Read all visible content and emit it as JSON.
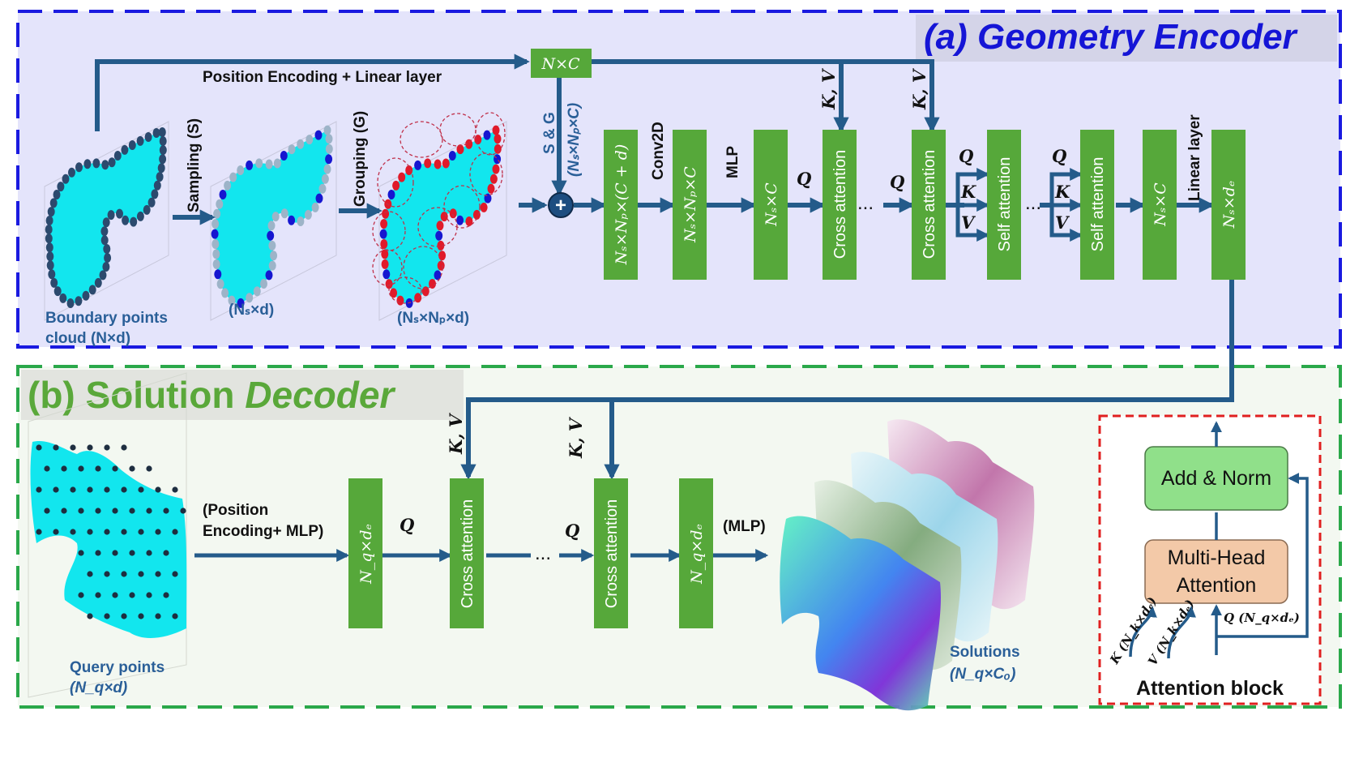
{
  "encoder": {
    "title": "(a) Geometry Encoder",
    "pe_label": "Position Encoding + Linear layer",
    "nc_block": "N×C",
    "sampling_label": "Sampling (S)",
    "grouping_label": "Grouping (G)",
    "sg_label": "S & G",
    "sg_dims": "(Nₛ×Nₚ×C)",
    "boundary_label_1": "Boundary points",
    "boundary_label_2": "cloud (N×d)",
    "sampled_dims": "(Nₛ×d)",
    "grouped_dims": "(Nₛ×Nₚ×d)",
    "plus_symbol": "+",
    "conv2d_label": "Conv2D",
    "mlp_label": "MLP",
    "linear_label": "Linear layer",
    "dots_1": "...",
    "dots_2": "...",
    "blocks": [
      {
        "text": "Nₛ×Nₚ×(C + d)"
      },
      {
        "text": "Nₛ×Nₚ×C"
      },
      {
        "text": "Nₛ×C"
      },
      {
        "text": "Cross attention"
      },
      {
        "text": "Cross attention"
      },
      {
        "text": "Self attention"
      },
      {
        "text": "Self attention"
      },
      {
        "text": "Nₛ×C"
      },
      {
        "text": "Nₛ×dₑ"
      }
    ],
    "kv_1": "K, V",
    "kv_2": "K, V",
    "q_1": "Q",
    "q_2": "Q",
    "qkv_1": [
      "Q",
      "K",
      "V"
    ],
    "qkv_2": [
      "Q",
      "K",
      "V"
    ]
  },
  "decoder": {
    "title_part1": "(b) Solution ",
    "title_part2": "Decoder",
    "pe_mlp_1": "(Position",
    "pe_mlp_2": "Encoding+ MLP)",
    "q_1": "Q",
    "q_2": "Q",
    "kv_1": "K, V",
    "kv_2": "K, V",
    "dots": "...",
    "mlp_label": "(MLP)",
    "query_label_1": "Query points",
    "query_label_2": "(N_q×d)",
    "solutions_label_1": "Solutions",
    "solutions_label_2": "(N_q×Cₒ)",
    "blocks": [
      {
        "text": "N_q×dₑ"
      },
      {
        "text": "Cross attention"
      },
      {
        "text": "Cross attention"
      },
      {
        "text": "N_q×dₑ"
      }
    ]
  },
  "attention_block": {
    "title": "Attention block",
    "add_norm": "Add & Norm",
    "mha_1": "Multi-Head",
    "mha_2": "Attention",
    "k_label": "K (N_k×dₑ)",
    "v_label": "V (N_k×dₑ)",
    "q_label": "Q (N_q×dₑ)"
  },
  "colors": {
    "encoder_bg": "#e4e4fb",
    "encoder_border": "#1a1ae0",
    "decoder_bg": "#f3f8f1",
    "decoder_border": "#2aa84a",
    "block_green": "#56a83a",
    "arrow": "#245b8a",
    "shape_cyan": "#12e6ee",
    "attention_border": "#e02020",
    "add_norm_fill": "#90e08a",
    "mha_fill": "#f3c9a8"
  }
}
